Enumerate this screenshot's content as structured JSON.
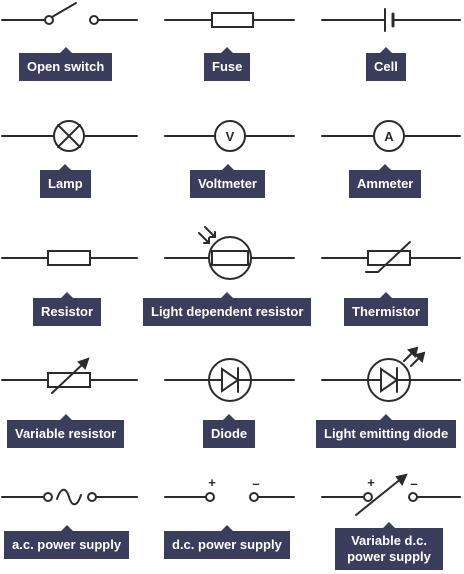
{
  "labels": {
    "open_switch": "Open switch",
    "fuse": "Fuse",
    "cell": "Cell",
    "lamp": "Lamp",
    "voltmeter": "Voltmeter",
    "ammeter": "Ammeter",
    "resistor": "Resistor",
    "ldr": "Light dependent resistor",
    "thermistor": "Thermistor",
    "variable_resistor": "Variable resistor",
    "diode": "Diode",
    "led": "Light emitting diode",
    "ac_supply": "a.c. power supply",
    "dc_supply": "d.c. power supply",
    "variable_dc_line1": "Variable d.c.",
    "variable_dc_line2": "power supply"
  },
  "symbol_text": {
    "voltmeter_letter": "V",
    "ammeter_letter": "A",
    "plus": "+",
    "minus": "–"
  },
  "colors": {
    "label_bg": "#3b3d5c",
    "label_text": "#ffffff",
    "stroke": "#2b2b2b"
  }
}
